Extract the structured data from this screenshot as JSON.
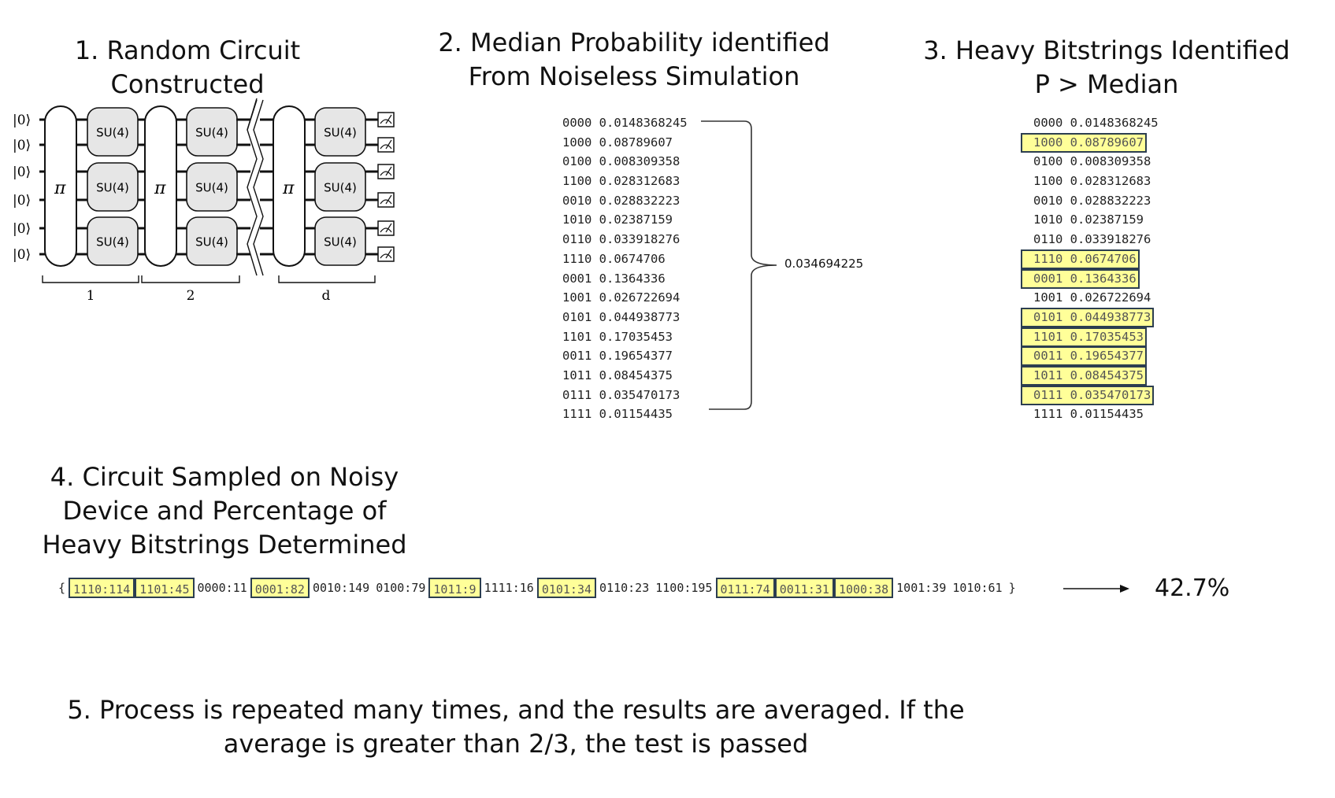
{
  "steps": {
    "step1": {
      "line1": "1. Random Circuit",
      "line2": "Constructed"
    },
    "step2": {
      "line1": "2. Median Probability identified",
      "line2": "From Noiseless Simulation"
    },
    "step3": {
      "line1": "3. Heavy Bitstrings Identified",
      "line2": "P > Median"
    },
    "step4": {
      "line1": "4. Circuit Sampled on Noisy",
      "line2": "Device and Percentage of",
      "line3": "Heavy Bitstrings Determined"
    },
    "step5": {
      "line1": "5. Process is repeated many times, and the results are averaged. If the",
      "line2": "average is greater than 2/3, the test is passed"
    }
  },
  "circuit": {
    "qubit_label": "|0⟩",
    "permutation_label": "π",
    "gate_label": "SU(4)",
    "layer_labels": [
      "1",
      "2",
      "d"
    ]
  },
  "probabilities": [
    {
      "bits": "0000",
      "p": "0.0148368245",
      "heavy": false
    },
    {
      "bits": "1000",
      "p": "0.08789607",
      "heavy": true
    },
    {
      "bits": "0100",
      "p": "0.008309358",
      "heavy": false
    },
    {
      "bits": "1100",
      "p": "0.028312683",
      "heavy": false
    },
    {
      "bits": "0010",
      "p": "0.028832223",
      "heavy": false
    },
    {
      "bits": "1010",
      "p": "0.02387159",
      "heavy": false
    },
    {
      "bits": "0110",
      "p": "0.033918276",
      "heavy": false
    },
    {
      "bits": "1110",
      "p": "0.0674706",
      "heavy": true
    },
    {
      "bits": "0001",
      "p": "0.1364336",
      "heavy": true
    },
    {
      "bits": "1001",
      "p": "0.026722694",
      "heavy": false
    },
    {
      "bits": "0101",
      "p": "0.044938773",
      "heavy": true
    },
    {
      "bits": "1101",
      "p": "0.17035453",
      "heavy": true
    },
    {
      "bits": "0011",
      "p": "0.19654377",
      "heavy": true
    },
    {
      "bits": "1011",
      "p": "0.08454375",
      "heavy": true
    },
    {
      "bits": "0111",
      "p": "0.035470173",
      "heavy": true
    },
    {
      "bits": "1111",
      "p": "0.01154435",
      "heavy": false
    }
  ],
  "median": "0.034694225",
  "samples": {
    "open": "{",
    "close": "}",
    "items": [
      {
        "text": "1110:114",
        "heavy": true
      },
      {
        "text": "1101:45",
        "heavy": true
      },
      {
        "text": "0000:11",
        "heavy": false
      },
      {
        "text": "0001:82",
        "heavy": true
      },
      {
        "text": "0010:149",
        "heavy": false
      },
      {
        "text": "0100:79",
        "heavy": false
      },
      {
        "text": "1011:9",
        "heavy": true
      },
      {
        "text": "1111:16",
        "heavy": false
      },
      {
        "text": "0101:34",
        "heavy": true
      },
      {
        "text": "0110:23",
        "heavy": false
      },
      {
        "text": "1100:195",
        "heavy": false
      },
      {
        "text": "0111:74",
        "heavy": true
      },
      {
        "text": "0011:31",
        "heavy": true
      },
      {
        "text": "1000:38",
        "heavy": true
      },
      {
        "text": "1001:39",
        "heavy": false
      },
      {
        "text": "1010:61",
        "heavy": false
      }
    ]
  },
  "result": "42.7%",
  "colors": {
    "highlight": "#ffff99",
    "highlight_border": "#2c3e50",
    "gate_fill": "#e6e6e6"
  }
}
